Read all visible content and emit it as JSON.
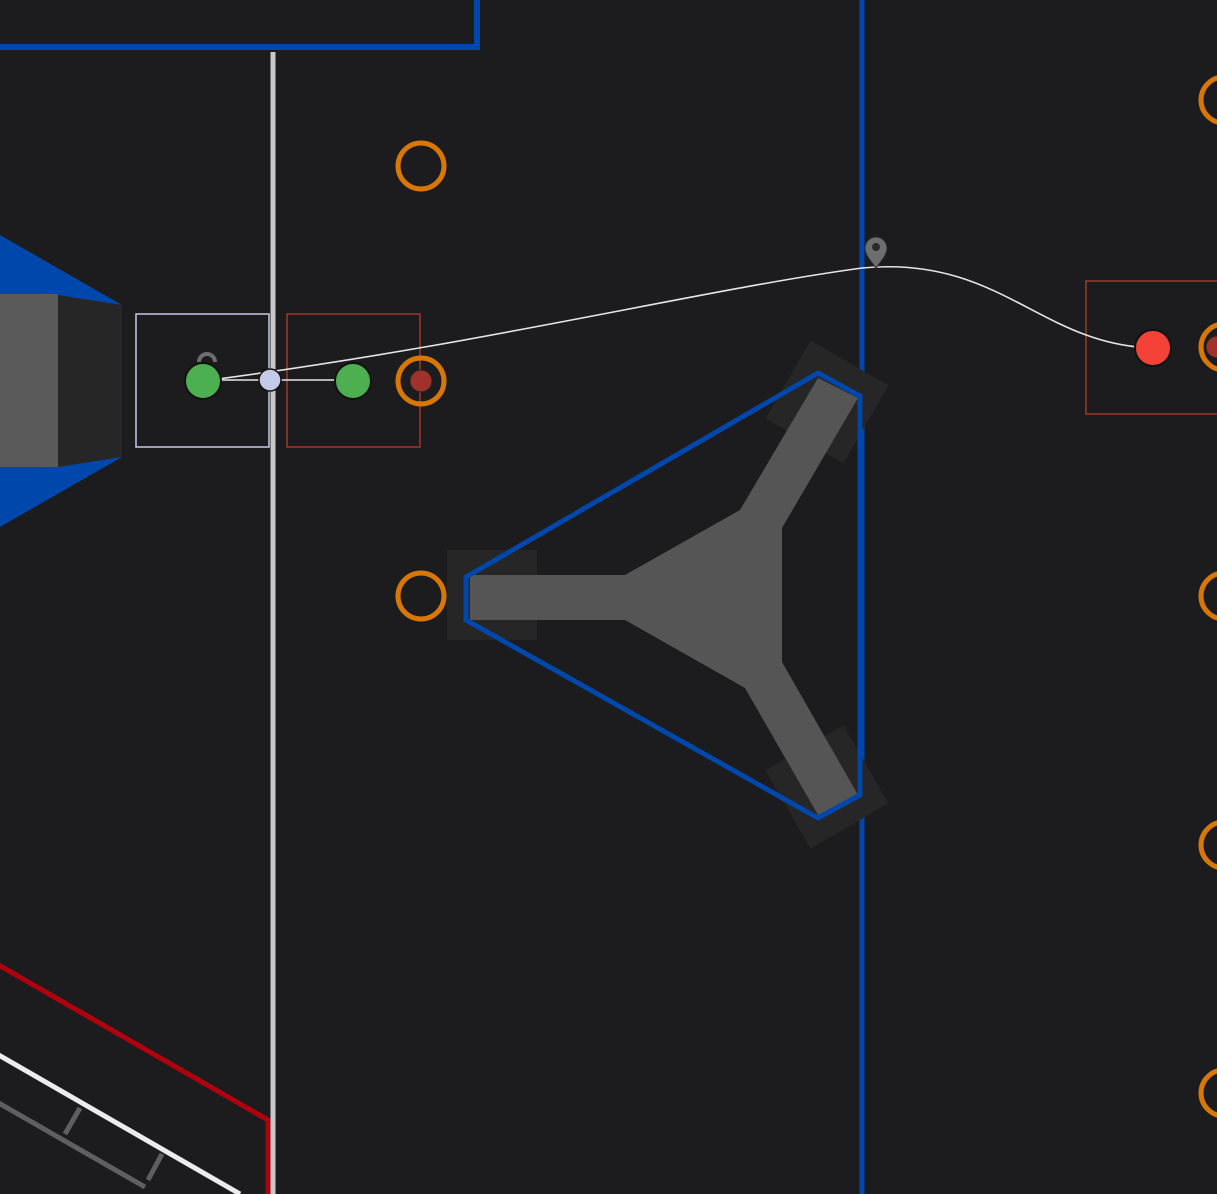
{
  "canvas": {
    "background": "#1c1c1f"
  },
  "colors": {
    "alliance_blue": "#0047ab",
    "alliance_red": "#b0000e",
    "game_piece_ring": "#d97706",
    "robot_start_green": "#4caf50",
    "robot_end_red": "#f44336",
    "path_line": "#e6e6e6",
    "control_point": "#c5cae9",
    "selection_box": "#c5cae9",
    "target_box": "#a0362d",
    "structure_gray": "#555555",
    "marker_gray": "#6e6e6e"
  },
  "icons": {
    "waypoint_marker": "map-pin-icon",
    "rotation_handle": "rotate-handle-icon"
  },
  "elements": {
    "path": "autonomous-path",
    "waypoints": [
      "start-waypoint",
      "next-waypoint",
      "end-waypoint"
    ],
    "control_handle": "control-point-handle",
    "game_pieces": "game-piece-ring"
  }
}
